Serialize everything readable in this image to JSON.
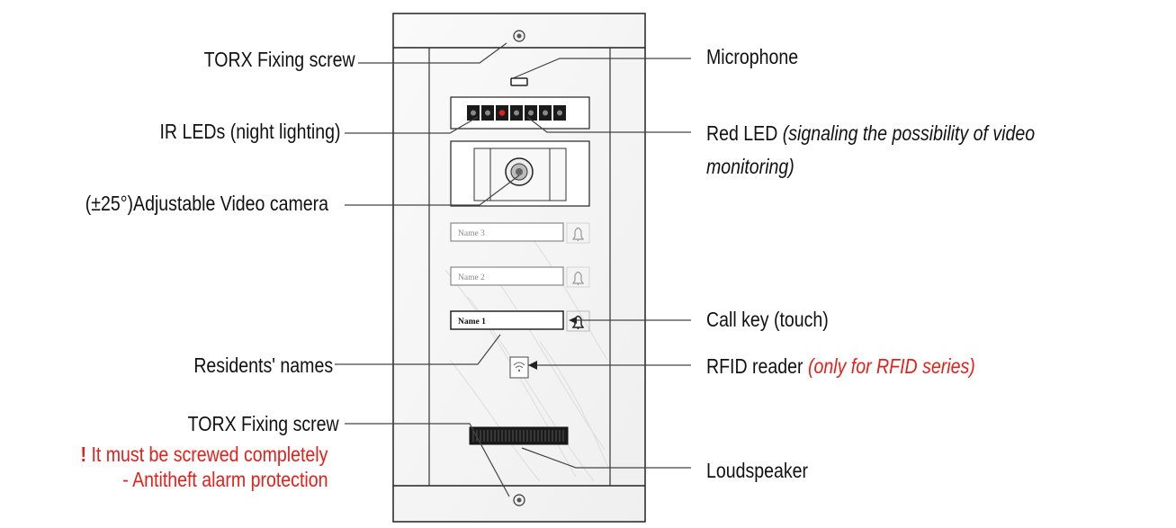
{
  "labels": {
    "torx_top": "TORX Fixing screw",
    "ir_leds": "IR LEDs (night lighting)",
    "camera_prefix": "(±25°)",
    "camera": "Adjustable Video camera",
    "residents": "Residents' names",
    "torx_bottom": "TORX Fixing screw",
    "warning_mark": "!",
    "warning_line1": "It must be screwed completely",
    "warning_line2": "- Antitheft alarm protection",
    "microphone": "Microphone",
    "red_led": "Red LED",
    "red_led_note_1": "(signaling the possibility of video",
    "red_led_note_2": "monitoring)",
    "call_key": "Call key (touch)",
    "rfid": "RFID reader",
    "rfid_note": "(only for RFID series)",
    "loudspeaker": "Loudspeaker"
  },
  "name_plates": [
    {
      "text": "Name 3"
    },
    {
      "text": "Name 2"
    },
    {
      "text": "Name 1"
    }
  ],
  "ir_segments": [
    "IR",
    "IR",
    "LED",
    "IR",
    "IR",
    "IR",
    "IR"
  ],
  "colors": {
    "line": "#333333",
    "accent_red": "#e4201a",
    "panel_fill": "#f4f4f4",
    "frame": "#222222"
  }
}
